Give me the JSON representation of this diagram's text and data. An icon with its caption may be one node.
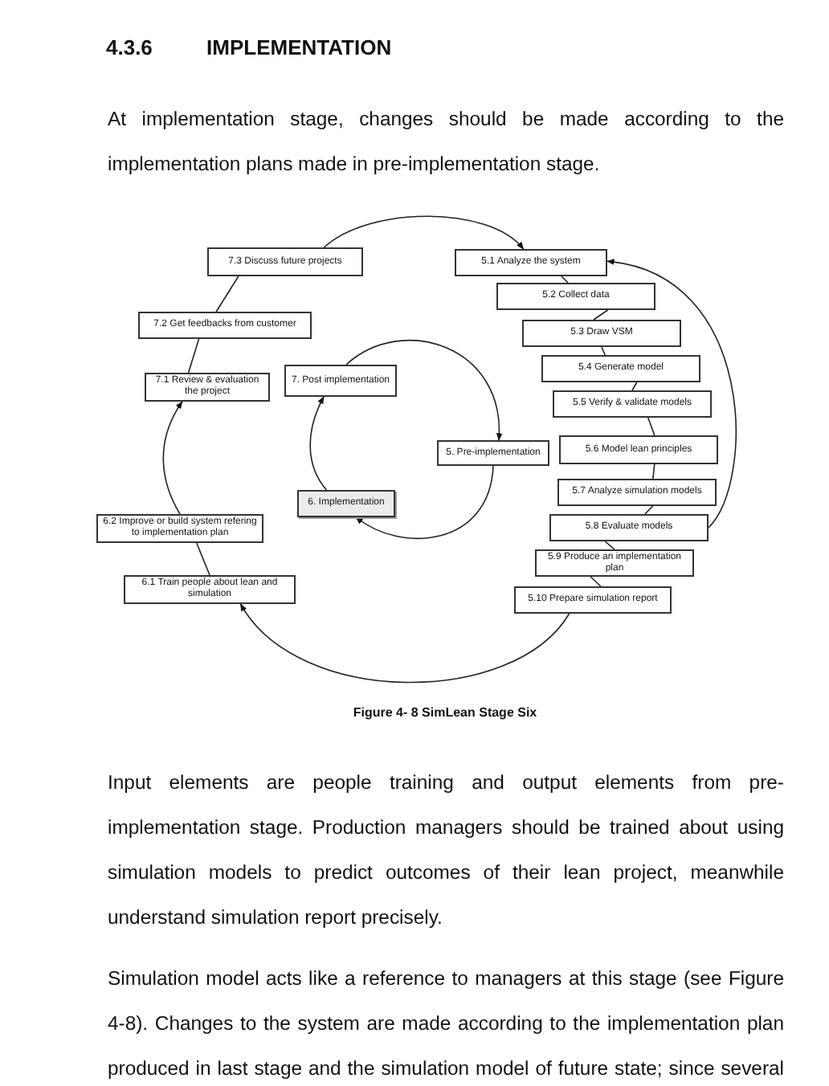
{
  "diagram": {
    "title": "4.3.6 IMPLEMENTATION",
    "caption": "Figure 4- 8 SimLean Stage Six",
    "nodes": [
      {
        "text": [
          "7.3 Discuss future projects"
        ]
      },
      {
        "text": [
          "5.1 Analyze the system"
        ]
      },
      {
        "text": [
          "5.2 Collect data"
        ]
      },
      {
        "text": [
          "7.2 Get feedbacks from customer"
        ]
      },
      {
        "text": [
          "5.3 Draw VSM"
        ]
      },
      {
        "text": [
          "7.1 Review & evaluation the project"
        ]
      },
      {
        "text": [
          "5.4 Generate model"
        ]
      },
      {
        "text": [
          "7. Post implementation"
        ]
      },
      {
        "text": [
          "5.5 Verify & validate models"
        ]
      },
      {
        "text": [
          "5.6 Model lean principles"
        ]
      },
      {
        "text": [
          "5. Pre-implementation"
        ]
      },
      {
        "text": [
          "5.7 Analyze simulation models"
        ]
      },
      {
        "text": [
          "6. Implementation"
        ]
      },
      {
        "text": [
          "6.2 Improve or build system refering to implementation plan"
        ]
      },
      {
        "text": [
          "5.8 Evaluate models"
        ]
      },
      {
        "text": [
          "5.9 Produce an implementation plan"
        ]
      },
      {
        "text": [
          "6.1 Train people about lean and simulation"
        ]
      },
      {
        "text": [
          "5.10 Prepare simulation report"
        ]
      }
    ],
    "edges": [
      {
        "from": 0,
        "to": 1,
        "arrow": "to"
      },
      {
        "from": 1,
        "to": 2,
        "arrow": "none"
      },
      {
        "from": 2,
        "to": 4,
        "arrow": "none"
      },
      {
        "from": 4,
        "to": 6,
        "arrow": "none"
      },
      {
        "from": 6,
        "to": 8,
        "arrow": "none"
      },
      {
        "from": 8,
        "to": 9,
        "arrow": "none"
      },
      {
        "from": 9,
        "to": 11,
        "arrow": "none"
      },
      {
        "from": 11,
        "to": 14,
        "arrow": "none"
      },
      {
        "from": 14,
        "to": 15,
        "arrow": "none"
      },
      {
        "from": 15,
        "to": 17,
        "arrow": "none"
      },
      {
        "from": 14,
        "to": 1,
        "arrow": "to"
      },
      {
        "from": 17,
        "to": 16,
        "arrow": "to"
      },
      {
        "from": 16,
        "to": 13,
        "arrow": "none"
      },
      {
        "from": 13,
        "to": 5,
        "arrow": "to"
      },
      {
        "from": 5,
        "to": 3,
        "arrow": "none"
      },
      {
        "from": 3,
        "to": 0,
        "arrow": "none"
      },
      {
        "from": 7,
        "to": 10,
        "arrow": "to"
      },
      {
        "from": 10,
        "to": 12,
        "arrow": "to"
      },
      {
        "from": 12,
        "to": 7,
        "arrow": "to"
      }
    ],
    "labels": [
      "At implementation stage, changes should be made according to the implementation plans made in pre-implementation stage.",
      "Input elements are people training and output elements from pre-implementation stage. Production managers should be trained about using simulation models to predict outcomes of their lean project, meanwhile understand simulation report precisely.",
      "Simulation model acts like a reference to managers at this stage (see Figure 4-8). Changes to the system are made according to the implementation plan produced in last stage and the simulation model of future state; since several"
    ]
  }
}
